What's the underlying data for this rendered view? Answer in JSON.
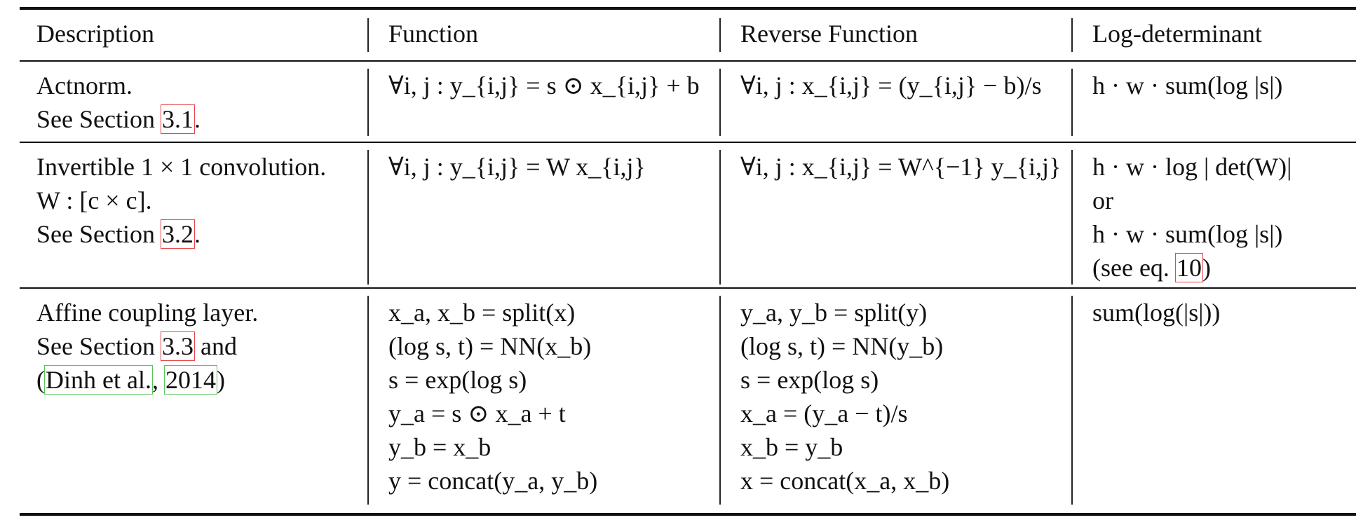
{
  "headers": [
    "Description",
    "Function",
    "Reverse Function",
    "Log-determinant"
  ],
  "rows": [
    {
      "description": [
        "Actnorm.",
        "See Section",
        "3.1",
        "."
      ],
      "function": "∀i, j : y_{i,j} = s ⊙ x_{i,j} + b",
      "reverse": "∀i, j : x_{i,j} = (y_{i,j} − b)/s",
      "logdet": "h · w · sum(log |s|)"
    },
    {
      "description": [
        "Invertible 1 × 1 convolution.",
        "W : [c × c].",
        "See Section",
        "3.2",
        "."
      ],
      "function": "∀i, j : y_{i,j} = W x_{i,j}",
      "reverse": "∀i, j : x_{i,j} = W^{−1} y_{i,j}",
      "logdet": [
        "h · w · log | det(W)|",
        "or",
        "h · w · sum(log |s|)",
        "(see eq. ",
        "10",
        ")"
      ]
    },
    {
      "description": [
        "Affine coupling layer.",
        "See Section",
        "3.3",
        " and",
        "(",
        "Dinh et al.",
        ",",
        "2014",
        ")"
      ],
      "function": [
        "x_a, x_b = split(x)",
        "(log s, t) = NN(x_b)",
        "s = exp(log s)",
        "y_a = s ⊙ x_a + t",
        "y_b = x_b",
        "y = concat(y_a, y_b)"
      ],
      "reverse": [
        "y_a, y_b = split(y)",
        "(log s, t) = NN(y_b)",
        "s = exp(log s)",
        "x_a = (y_a − t)/s",
        "x_b = y_b",
        "x = concat(x_a, x_b)"
      ],
      "logdet": "sum(log(|s|))"
    }
  ],
  "colors": {
    "rule": "#111111",
    "ref_box": "#e5484d",
    "cite_box": "#59c45a"
  }
}
